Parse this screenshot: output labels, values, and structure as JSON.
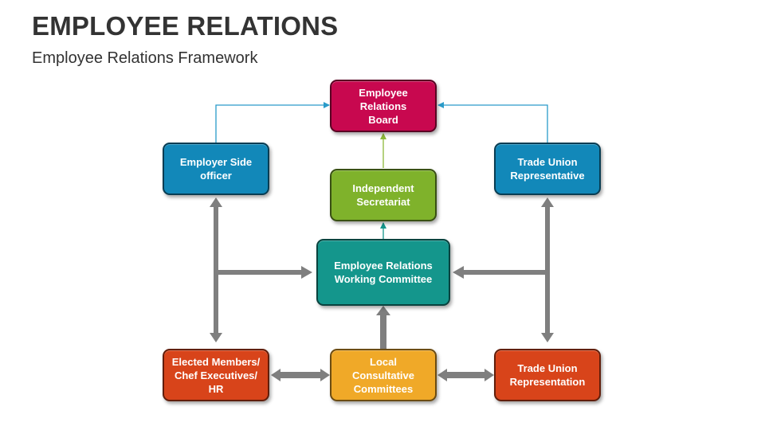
{
  "header": {
    "title": "EMPLOYEE RELATIONS",
    "subtitle": "Employee Relations Framework"
  },
  "nodes": {
    "board": {
      "label": "Employee Relations\nBoard",
      "color": "#C8084F"
    },
    "employer_officer": {
      "label": "Employer Side\nofficer",
      "color": "#1288B9"
    },
    "union_rep": {
      "label": "Trade Union\nRepresentative",
      "color": "#1288B9"
    },
    "secretariat": {
      "label": "Independent\nSecretariat",
      "color": "#7FB22B"
    },
    "working_committee": {
      "label": "Employee Relations\nWorking Committee",
      "color": "#14968C"
    },
    "elected_members": {
      "label": "Elected Members/\nChef Executives/\nHR",
      "color": "#D8441A"
    },
    "local_committees": {
      "label": "Local Consultative\nCommittees",
      "color": "#F0A928"
    },
    "union_representation": {
      "label": "Trade Union\nRepresentation",
      "color": "#D8441A"
    }
  },
  "colors": {
    "thin_arrow": "#2A9BC9",
    "green_arrow": "#8DB83A",
    "thick_arrow": "#7F7F7F"
  }
}
